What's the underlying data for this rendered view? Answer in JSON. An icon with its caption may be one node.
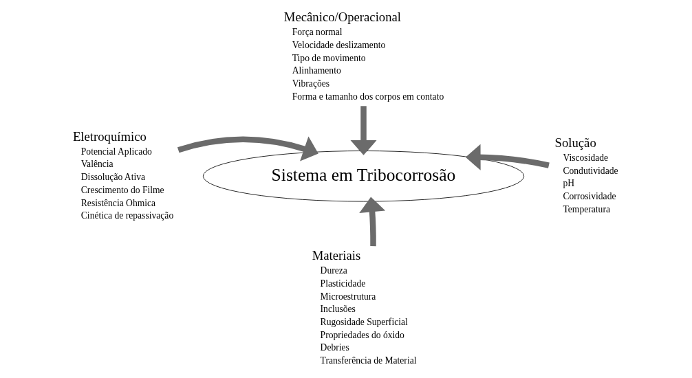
{
  "diagram": {
    "nodes": [
      {
        "text": [
          "Sistema em Tribocorrosão"
        ]
      },
      {
        "text": [
          "Mecânico/Operacional",
          "Força normal",
          "Velocidade deslizamento",
          "Tipo de movimento",
          "Alinhamento",
          "Vibrações",
          "Forma e tamanho dos corpos em contato"
        ]
      },
      {
        "text": [
          "Eletroquímico",
          "Potencial Aplicado",
          "Valência",
          "Dissolução Ativa",
          "Crescimento do Filme",
          "Resistência Ohmica",
          "Cinética de repassivação"
        ]
      },
      {
        "text": [
          "Solução",
          "Viscosidade",
          "Condutividade",
          "pH",
          "Corrosividade",
          "Temperatura"
        ]
      },
      {
        "text": [
          "Materiais",
          "Dureza",
          "Plasticidade",
          "Microestrutura",
          "Inclusões",
          "Rugosidade Superficial",
          "Propriedades do óxido",
          "Debries",
          "Transferência de Material"
        ]
      }
    ],
    "edges": [
      {
        "from": 1,
        "to": 0,
        "arrow": "to"
      },
      {
        "from": 2,
        "to": 0,
        "arrow": "to"
      },
      {
        "from": 3,
        "to": 0,
        "arrow": "to"
      },
      {
        "from": 4,
        "to": 0,
        "arrow": "to"
      }
    ]
  }
}
